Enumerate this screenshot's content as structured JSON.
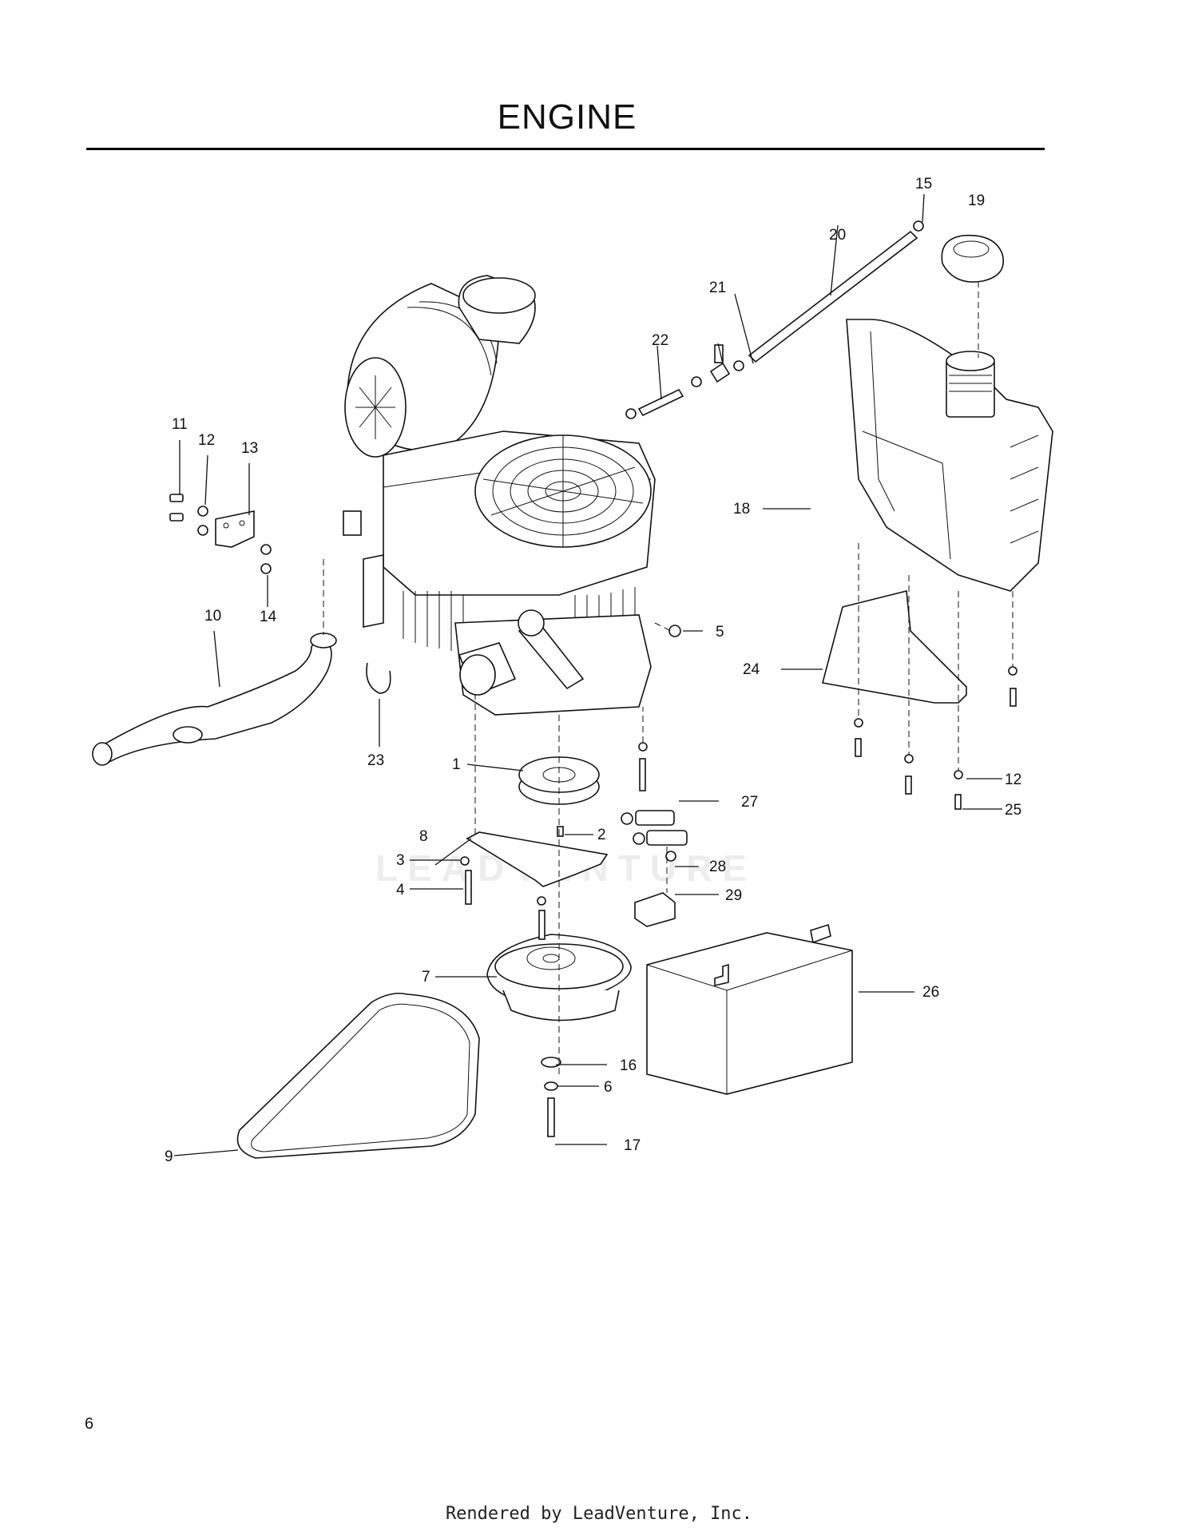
{
  "page": {
    "title": "ENGINE",
    "page_number": "6",
    "footer": "Rendered by LeadVenture, Inc.",
    "watermark": "LEADVENTURE"
  },
  "callouts": [
    {
      "id": "1",
      "label": "1"
    },
    {
      "id": "2",
      "label": "2"
    },
    {
      "id": "3",
      "label": "3"
    },
    {
      "id": "4",
      "label": "4"
    },
    {
      "id": "5",
      "label": "5"
    },
    {
      "id": "6",
      "label": "6"
    },
    {
      "id": "7",
      "label": "7"
    },
    {
      "id": "8",
      "label": "8"
    },
    {
      "id": "9",
      "label": "9"
    },
    {
      "id": "10",
      "label": "10"
    },
    {
      "id": "11",
      "label": "11"
    },
    {
      "id": "12a",
      "label": "12"
    },
    {
      "id": "12b",
      "label": "12"
    },
    {
      "id": "13",
      "label": "13"
    },
    {
      "id": "14",
      "label": "14"
    },
    {
      "id": "15",
      "label": "15"
    },
    {
      "id": "16",
      "label": "16"
    },
    {
      "id": "17",
      "label": "17"
    },
    {
      "id": "18",
      "label": "18"
    },
    {
      "id": "19",
      "label": "19"
    },
    {
      "id": "20",
      "label": "20"
    },
    {
      "id": "21",
      "label": "21"
    },
    {
      "id": "22",
      "label": "22"
    },
    {
      "id": "23",
      "label": "23"
    },
    {
      "id": "24",
      "label": "24"
    },
    {
      "id": "25",
      "label": "25"
    },
    {
      "id": "26",
      "label": "26"
    },
    {
      "id": "27",
      "label": "27"
    },
    {
      "id": "28",
      "label": "28"
    },
    {
      "id": "29",
      "label": "29"
    }
  ]
}
